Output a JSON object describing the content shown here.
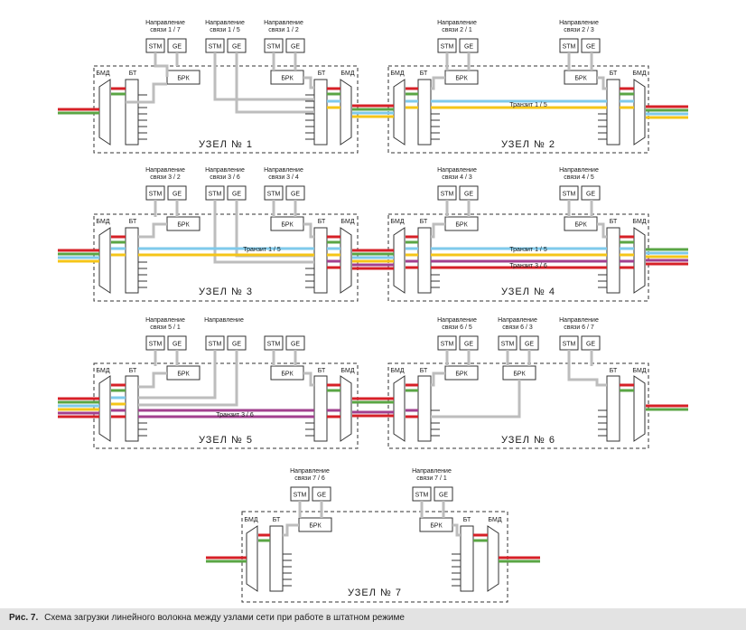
{
  "colors": {
    "red": "#d62027",
    "green": "#5aa544",
    "blue": "#7fcaeb",
    "yellow": "#f5c518",
    "purple": "#a2408f",
    "gray": "#bdbdbd",
    "line": "#333333"
  },
  "labels": {
    "bmd": "БМД",
    "bt": "БТ",
    "brk": "БРК",
    "stm": "STM",
    "ge": "GE",
    "dir_word1": "Направление",
    "dir_prefix": "связи"
  },
  "nodes": [
    {
      "id": 1,
      "title": "УЗЕЛ № 1",
      "directions": [
        "1 / 7",
        "1 / 5",
        "1 / 2"
      ]
    },
    {
      "id": 2,
      "title": "УЗЕЛ № 2",
      "directions": [
        "2 / 1",
        "2 / 3"
      ],
      "transits": [
        "Транзит 1 / 5"
      ]
    },
    {
      "id": 3,
      "title": "УЗЕЛ № 3",
      "directions": [
        "3 / 2",
        "3 / 6",
        "3 / 4"
      ],
      "transits": [
        "Транзит 1 / 5"
      ]
    },
    {
      "id": 4,
      "title": "УЗЕЛ № 4",
      "directions": [
        "4 / 3",
        "4 / 5"
      ],
      "transits": [
        "Транзит 1 / 5",
        "Транзит 3 / 6"
      ]
    },
    {
      "id": 5,
      "title": "УЗЕЛ № 5",
      "directions": [
        "5 / 1"
      ],
      "transits": [
        "Транзит 3 / 6"
      ]
    },
    {
      "id": 6,
      "title": "УЗЕЛ № 6",
      "directions": [
        "6 / 5",
        "6 / 3",
        "6 / 7"
      ]
    },
    {
      "id": 7,
      "title": "УЗЕЛ № 7",
      "directions": [
        "7 / 6",
        "7 / 1"
      ]
    }
  ],
  "caption": {
    "label": "Рис. 7.",
    "text": "Схема загрузки линейного волокна между узлами сети при работе в штатном режиме"
  }
}
